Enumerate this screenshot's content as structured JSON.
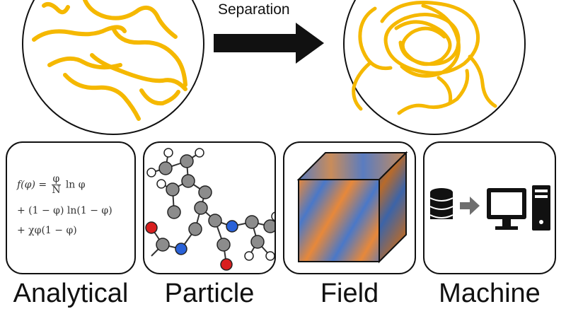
{
  "top": {
    "arrow_label": "Separation"
  },
  "panels": {
    "analytical": {
      "eq_line1_lhs": "f(φ) =",
      "eq_line1_num": "φ",
      "eq_line1_den": "N",
      "eq_line1_rhs": "ln φ",
      "eq_line2": "+ (1 − φ) ln(1 − φ)",
      "eq_line3": "+ χφ(1 − φ)",
      "caption": "Analytical"
    },
    "particle": {
      "caption": "Particle"
    },
    "field": {
      "caption": "Field"
    },
    "machine": {
      "caption": "Machine"
    }
  },
  "colors": {
    "polymer": "#f5b800",
    "carbon": "#8c8c8c",
    "oxygen": "#d81e1e",
    "nitrogen": "#2a62d8",
    "hydrogen": "#ffffff",
    "field_orange": "#e7883a",
    "field_blue": "#4a78c8",
    "arrow_gray": "#6e6e6e"
  },
  "icons": [
    "database-icon",
    "arrow-right-icon",
    "monitor-icon",
    "computer-tower-icon"
  ]
}
